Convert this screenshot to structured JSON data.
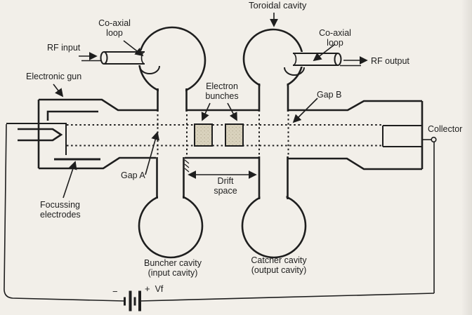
{
  "figure": {
    "labels": {
      "toroidal_cavity": "Toroidal cavity",
      "coaxial_loop_left": {
        "line1": "Co-axial",
        "line2": "loop"
      },
      "coaxial_loop_right": {
        "line1": "Co-axial",
        "line2": "loop"
      },
      "rf_input": "RF input",
      "rf_output": "RF output",
      "electronic_gun": "Electronic gun",
      "electron_bunches": {
        "line1": "Electron",
        "line2": "bunches"
      },
      "gap_a": "Gap A",
      "gap_b": "Gap B",
      "collector": "Collector",
      "drift_space": {
        "line1": "Drift",
        "line2": "space"
      },
      "focussing_electrodes": {
        "line1": "Focussing",
        "line2": "electrodes"
      },
      "buncher_cavity": {
        "line1": "Buncher cavity",
        "line2": "(input cavity)"
      },
      "catcher_cavity": {
        "line1": "Catcher cavity",
        "line2": "(output cavity)"
      },
      "battery_minus": "−",
      "battery_plus": "+",
      "battery_vf": "Vf"
    },
    "colors": {
      "ink": "#1e1e1e",
      "paper": "#f2efe9",
      "bunch": "#d9d2bd"
    }
  }
}
